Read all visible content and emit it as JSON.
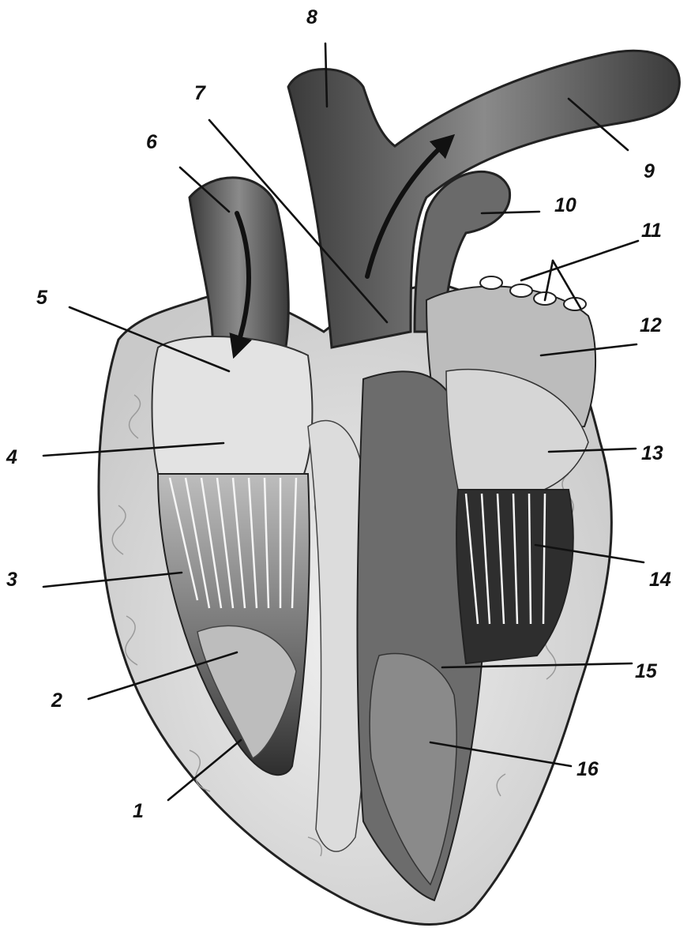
{
  "figure": {
    "subject": "heart-longitudinal-section",
    "labels": [
      "1",
      "2",
      "3",
      "4",
      "5",
      "6",
      "7",
      "8",
      "9",
      "10",
      "11",
      "12",
      "13",
      "14",
      "15",
      "16"
    ],
    "colors": {
      "ink": "#111111",
      "wall": "#d9d9d9",
      "wall_light": "#ececec",
      "cavity_dark": "#4a4a4a",
      "cavity_mid": "#7a7a7a",
      "vessel": "#5c5c5c",
      "background": "#ffffff"
    }
  }
}
